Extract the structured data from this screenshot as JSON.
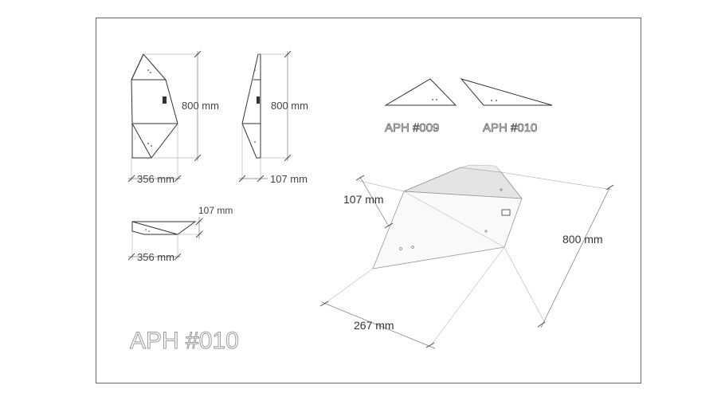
{
  "drawing": {
    "title": "APH #010",
    "variants": [
      {
        "label": "APH #009"
      },
      {
        "label": "APH #010"
      }
    ],
    "dimensions": {
      "front_height": "800 mm",
      "front_width": "356 mm",
      "side_height": "800 mm",
      "side_depth": "107 mm",
      "top_depth": "107 mm",
      "top_width": "356 mm",
      "iso_depth": "107 mm",
      "iso_height": "800 mm",
      "iso_width": "267 mm"
    }
  }
}
